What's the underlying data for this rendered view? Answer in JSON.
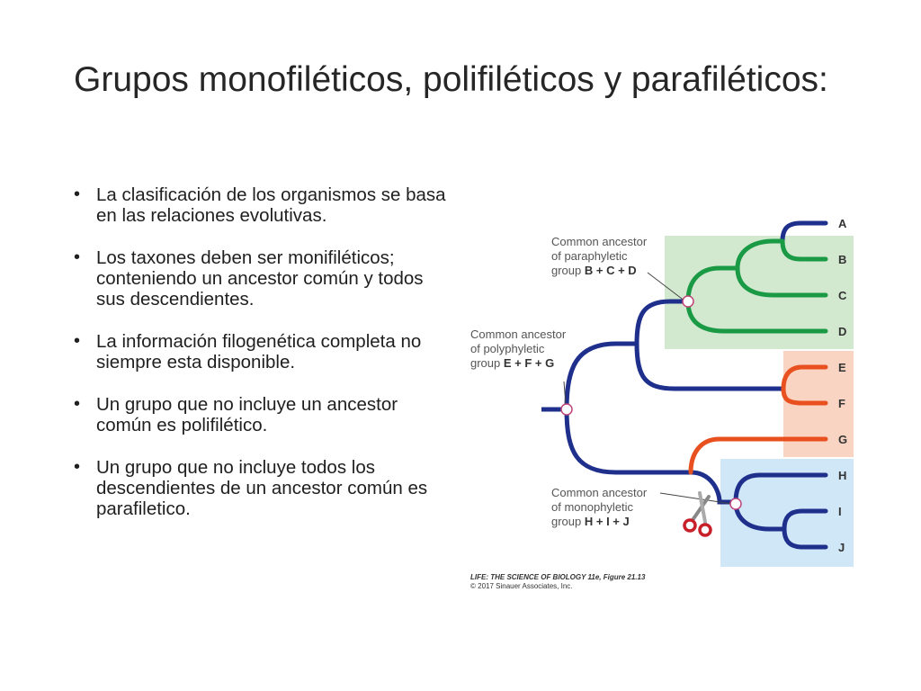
{
  "slide": {
    "title": "Grupos monofiléticos, polifiléticos y parafiléticos:",
    "bullets": [
      "La clasificación de los organismos se basa en las relaciones evolutivas.",
      "Los taxones deben ser monifiléticos; conteniendo un ancestor común y todos sus descendientes.",
      "La información filogenética completa no siempre esta disponible.",
      "Un grupo que no incluye un ancestor común es polifilético.",
      "Un grupo que no incluye todos los descendientes de un ancestor común es parafiletico."
    ]
  },
  "diagram": {
    "tips": [
      "A",
      "B",
      "C",
      "D",
      "E",
      "F",
      "G",
      "H",
      "I",
      "J"
    ],
    "paraphyletic_note": {
      "line1": "Common ancestor",
      "line2": "of paraphyletic",
      "line3_prefix": "group ",
      "line3_group": "B + C + D"
    },
    "polyphyletic_note": {
      "line1": "Common ancestor",
      "line2": "of polyphyletic",
      "line3_prefix": "group ",
      "line3_group": "E + F + G"
    },
    "monophyletic_note": {
      "line1": "Common ancestor",
      "line2": "of monophyletic",
      "line3_prefix": "group ",
      "line3_group": "H + I + J"
    },
    "citation_line1": "LIFE: THE SCIENCE OF BIOLOGY 11e, Figure 21.13",
    "citation_line2": "© 2017 Sinauer Associates, Inc.",
    "colors": {
      "tree_blue": "#1f2f8c",
      "paraphyletic_green": "#1a9a44",
      "paraphyletic_box": "#d2e8cf",
      "polyphyletic_orange": "#e8501f",
      "polyphyletic_box": "#f9d4c2",
      "monophyletic_box": "#cfe7f7",
      "node_ring": "#c0457a",
      "scissors_handle": "#c8202a"
    },
    "icons": [
      "scissors-icon"
    ]
  }
}
